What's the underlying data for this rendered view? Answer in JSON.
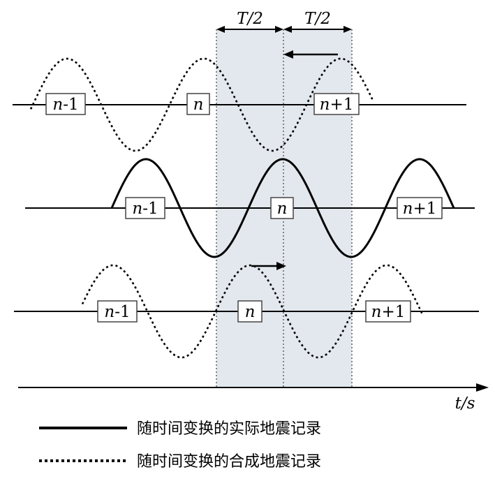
{
  "period_labels": [
    "T/2",
    "T/2"
  ],
  "axis_label": "t/s",
  "traces": [
    {
      "style": "dotted",
      "boxes": [
        "n-1",
        "n",
        "n+1"
      ],
      "arrow": "left"
    },
    {
      "style": "solid",
      "boxes": [
        "n-1",
        "n",
        "n+1"
      ]
    },
    {
      "style": "dotted",
      "boxes": [
        "n-1",
        "n",
        "n+1"
      ],
      "arrow": "right"
    }
  ],
  "legend": [
    {
      "style": "solid",
      "label": "随时间变换的实际地震记录"
    },
    {
      "style": "dotted",
      "label": "随时间变换的合成地震记录"
    }
  ],
  "colors": {
    "shade": "#e3e8ee",
    "line": "#000000",
    "box_border": "#444444"
  }
}
